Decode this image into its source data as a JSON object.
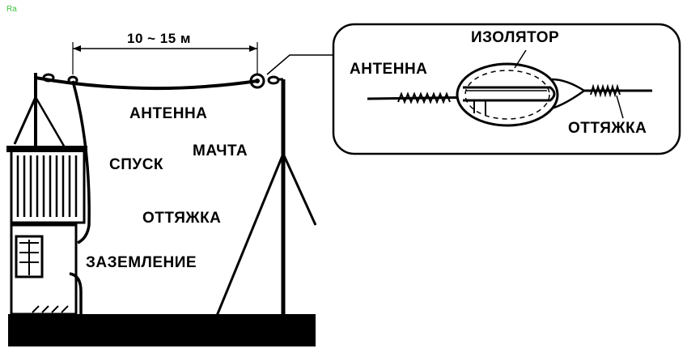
{
  "watermark": "Ra",
  "labels": {
    "distance": "10 ~ 15 м",
    "antenna": "АНТЕННА",
    "mast": "МАЧТА",
    "downlead": "СПУСК",
    "guy": "ОТТЯЖКА",
    "ground": "ЗАЗЕМЛЕНИЕ"
  },
  "inset": {
    "insulator": "ИЗОЛЯТОР",
    "antenna": "АНТЕННА",
    "guy": "ОТТЯЖКА"
  },
  "colors": {
    "ink": "#000000",
    "watermark": "#3fbf3f",
    "background": "#ffffff"
  }
}
